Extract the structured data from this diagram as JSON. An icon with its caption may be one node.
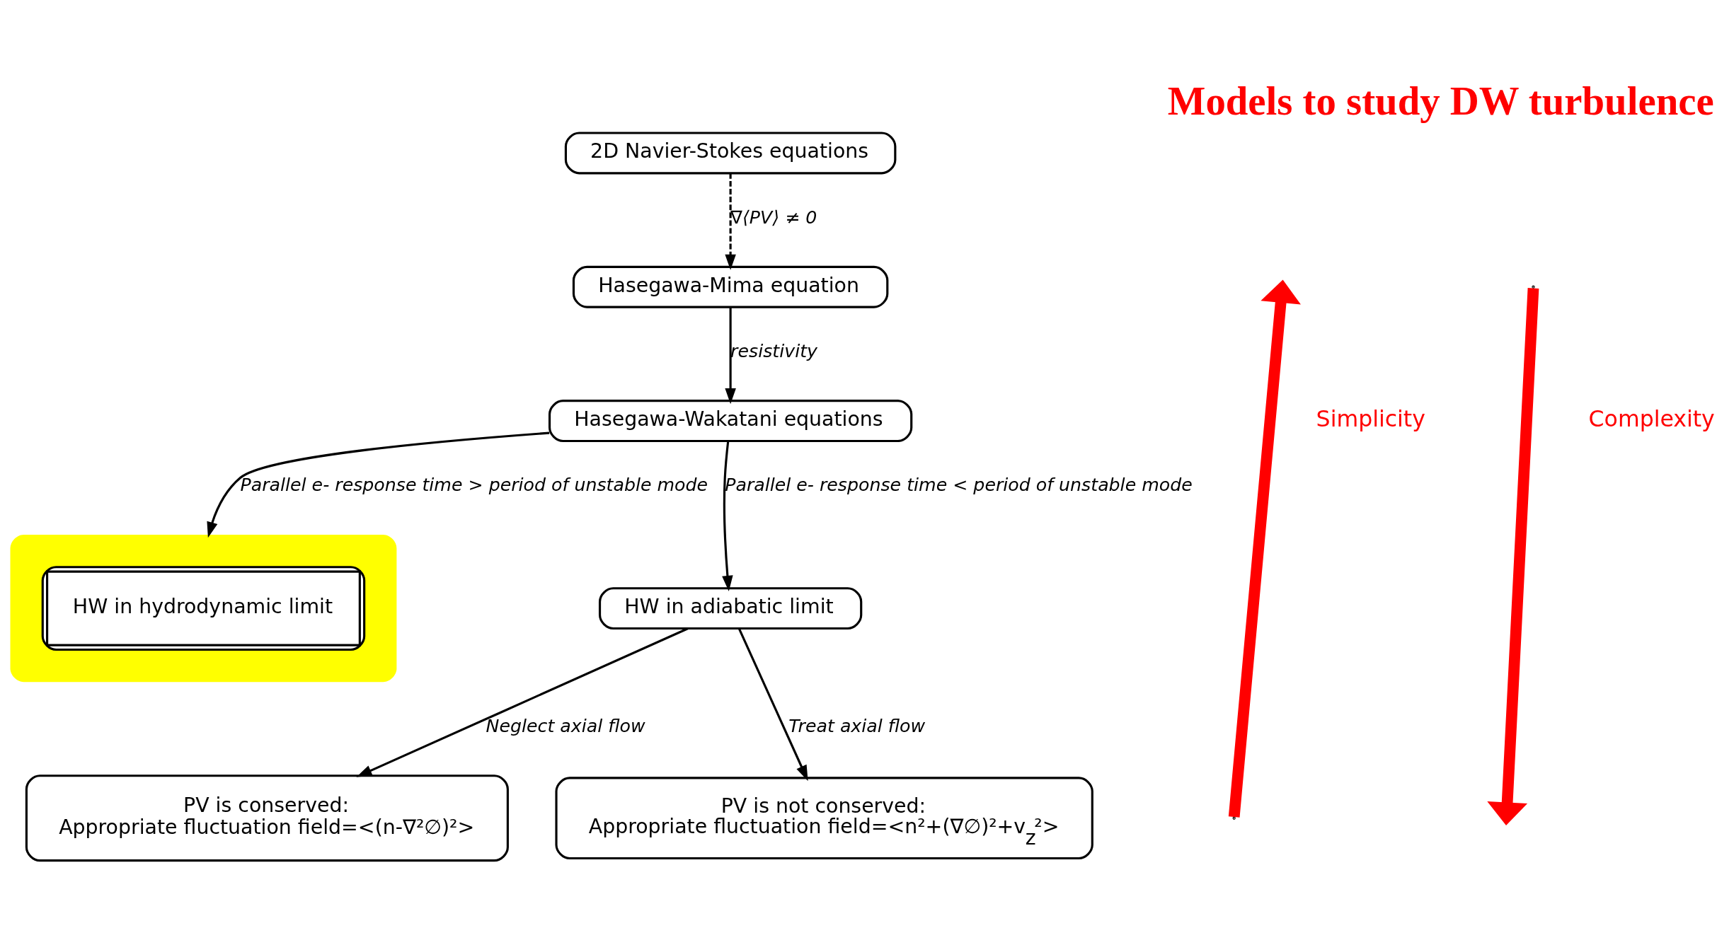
{
  "diagram": {
    "title": "Models to study DW turbulence",
    "nodes": [
      {
        "text": [
          "2D Navier-Stokes equations"
        ]
      },
      {
        "text": [
          "Hasegawa-Mima equation"
        ]
      },
      {
        "text": [
          "Hasegawa-Wakatani equations"
        ]
      },
      {
        "text": [
          "HW in hydrodynamic limit"
        ]
      },
      {
        "text": [
          "HW in adiabatic limit"
        ]
      },
      {
        "text": [
          "PV is conserved:",
          "Appropriate fluctuation field=<(n-∇²∅)²>"
        ]
      },
      {
        "text": [
          "PV is not conserved:",
          "Appropriate fluctuation field=<n²+(∇∅)²+v$_{z}$²>"
        ]
      }
    ],
    "edges": [
      {
        "from": 0,
        "to": 1,
        "arrow": "to",
        "label": "∇⟨PV⟩ ≠ 0",
        "style": "dashed"
      },
      {
        "from": 1,
        "to": 2,
        "arrow": "to",
        "label": "resistivity"
      },
      {
        "from": 2,
        "to": 3,
        "arrow": "to",
        "label": "Parallel e- response time > period of unstable mode"
      },
      {
        "from": 2,
        "to": 4,
        "arrow": "to",
        "label": "Parallel e- response time < period of unstable mode"
      },
      {
        "from": 4,
        "to": 5,
        "arrow": "to",
        "label": "Neglect axial flow"
      },
      {
        "from": 4,
        "to": 6,
        "arrow": "to",
        "label": "Treat axial flow"
      }
    ],
    "labels": [
      "Simplicity",
      "Complexity"
    ]
  }
}
